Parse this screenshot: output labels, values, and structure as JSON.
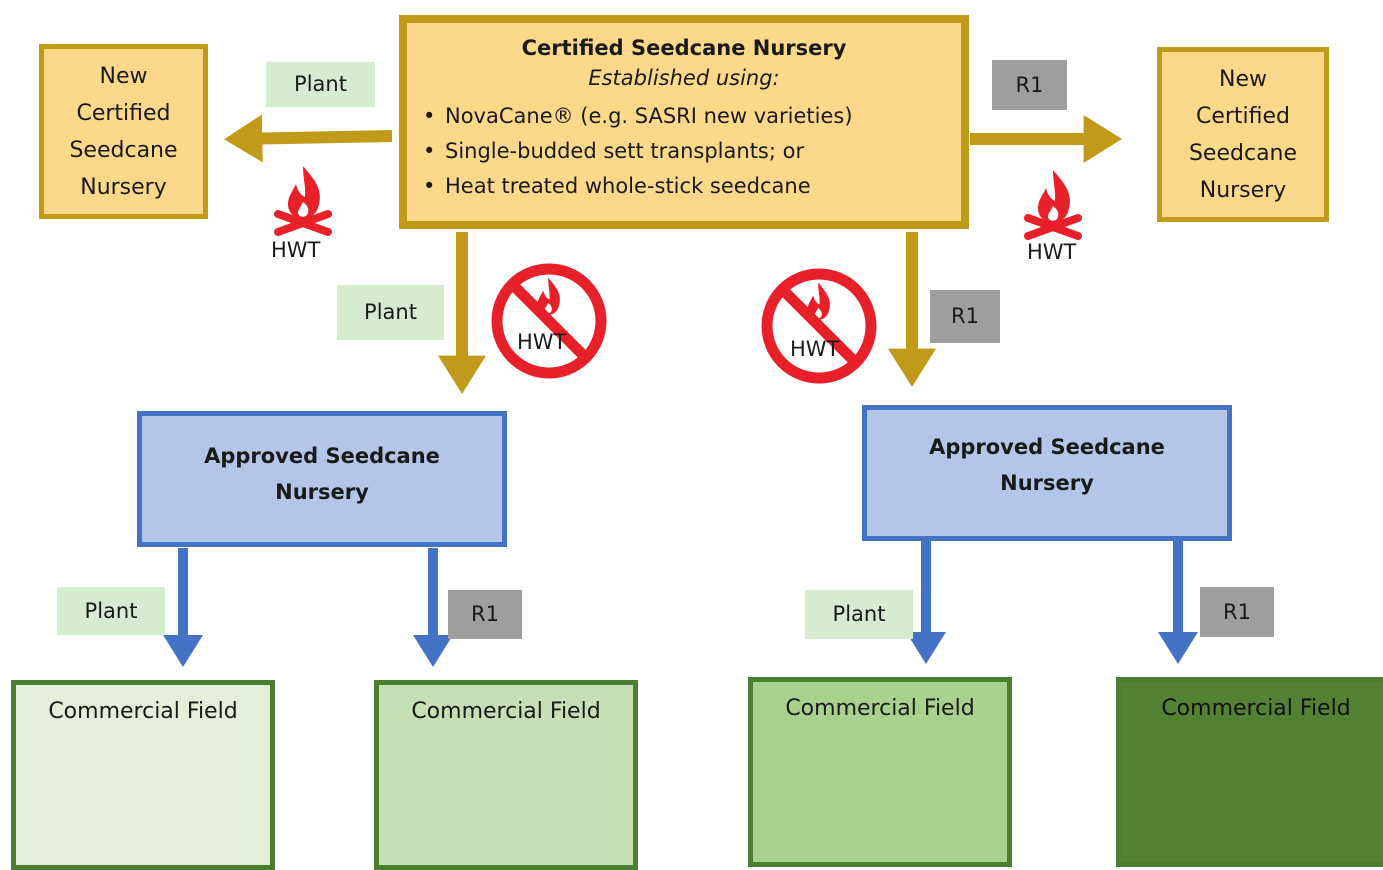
{
  "certified_nursery": {
    "title": "Certified Seedcane Nursery",
    "subtitle": "Established using:",
    "bullets": [
      "NovaCane® (e.g. SASRI new varieties)",
      "Single-budded  sett transplants; or",
      "Heat treated whole-stick seedcane"
    ]
  },
  "new_nursery_left": {
    "lines": [
      "New",
      "Certified",
      "Seedcane",
      "Nursery"
    ]
  },
  "new_nursery_right": {
    "lines": [
      "New",
      "Certified",
      "Seedcane",
      "Nursery"
    ]
  },
  "approved_left": {
    "lines": [
      "Approved Seedcane",
      "Nursery"
    ]
  },
  "approved_right": {
    "lines": [
      "Approved Seedcane",
      "Nursery"
    ]
  },
  "labels": {
    "plant": "Plant",
    "r1": "R1",
    "hwt": "HWT"
  },
  "commercial_fields": [
    "Commercial Field",
    "Commercial Field",
    "Commercial Field",
    "Commercial Field"
  ],
  "colors": {
    "gold_fill": "#fcd88a",
    "gold_border": "#c19a1a",
    "blue_fill": "#b3c6e7",
    "blue_border": "#4472c4",
    "green_border": "#4a7f2f",
    "field_fills": [
      "#e3efd9",
      "#c5e0b4",
      "#a9d18e",
      "#548235"
    ],
    "plant_tag": "#d5ecd0",
    "r1_tag": "#9e9e9e",
    "fire_red": "#e8202a"
  }
}
